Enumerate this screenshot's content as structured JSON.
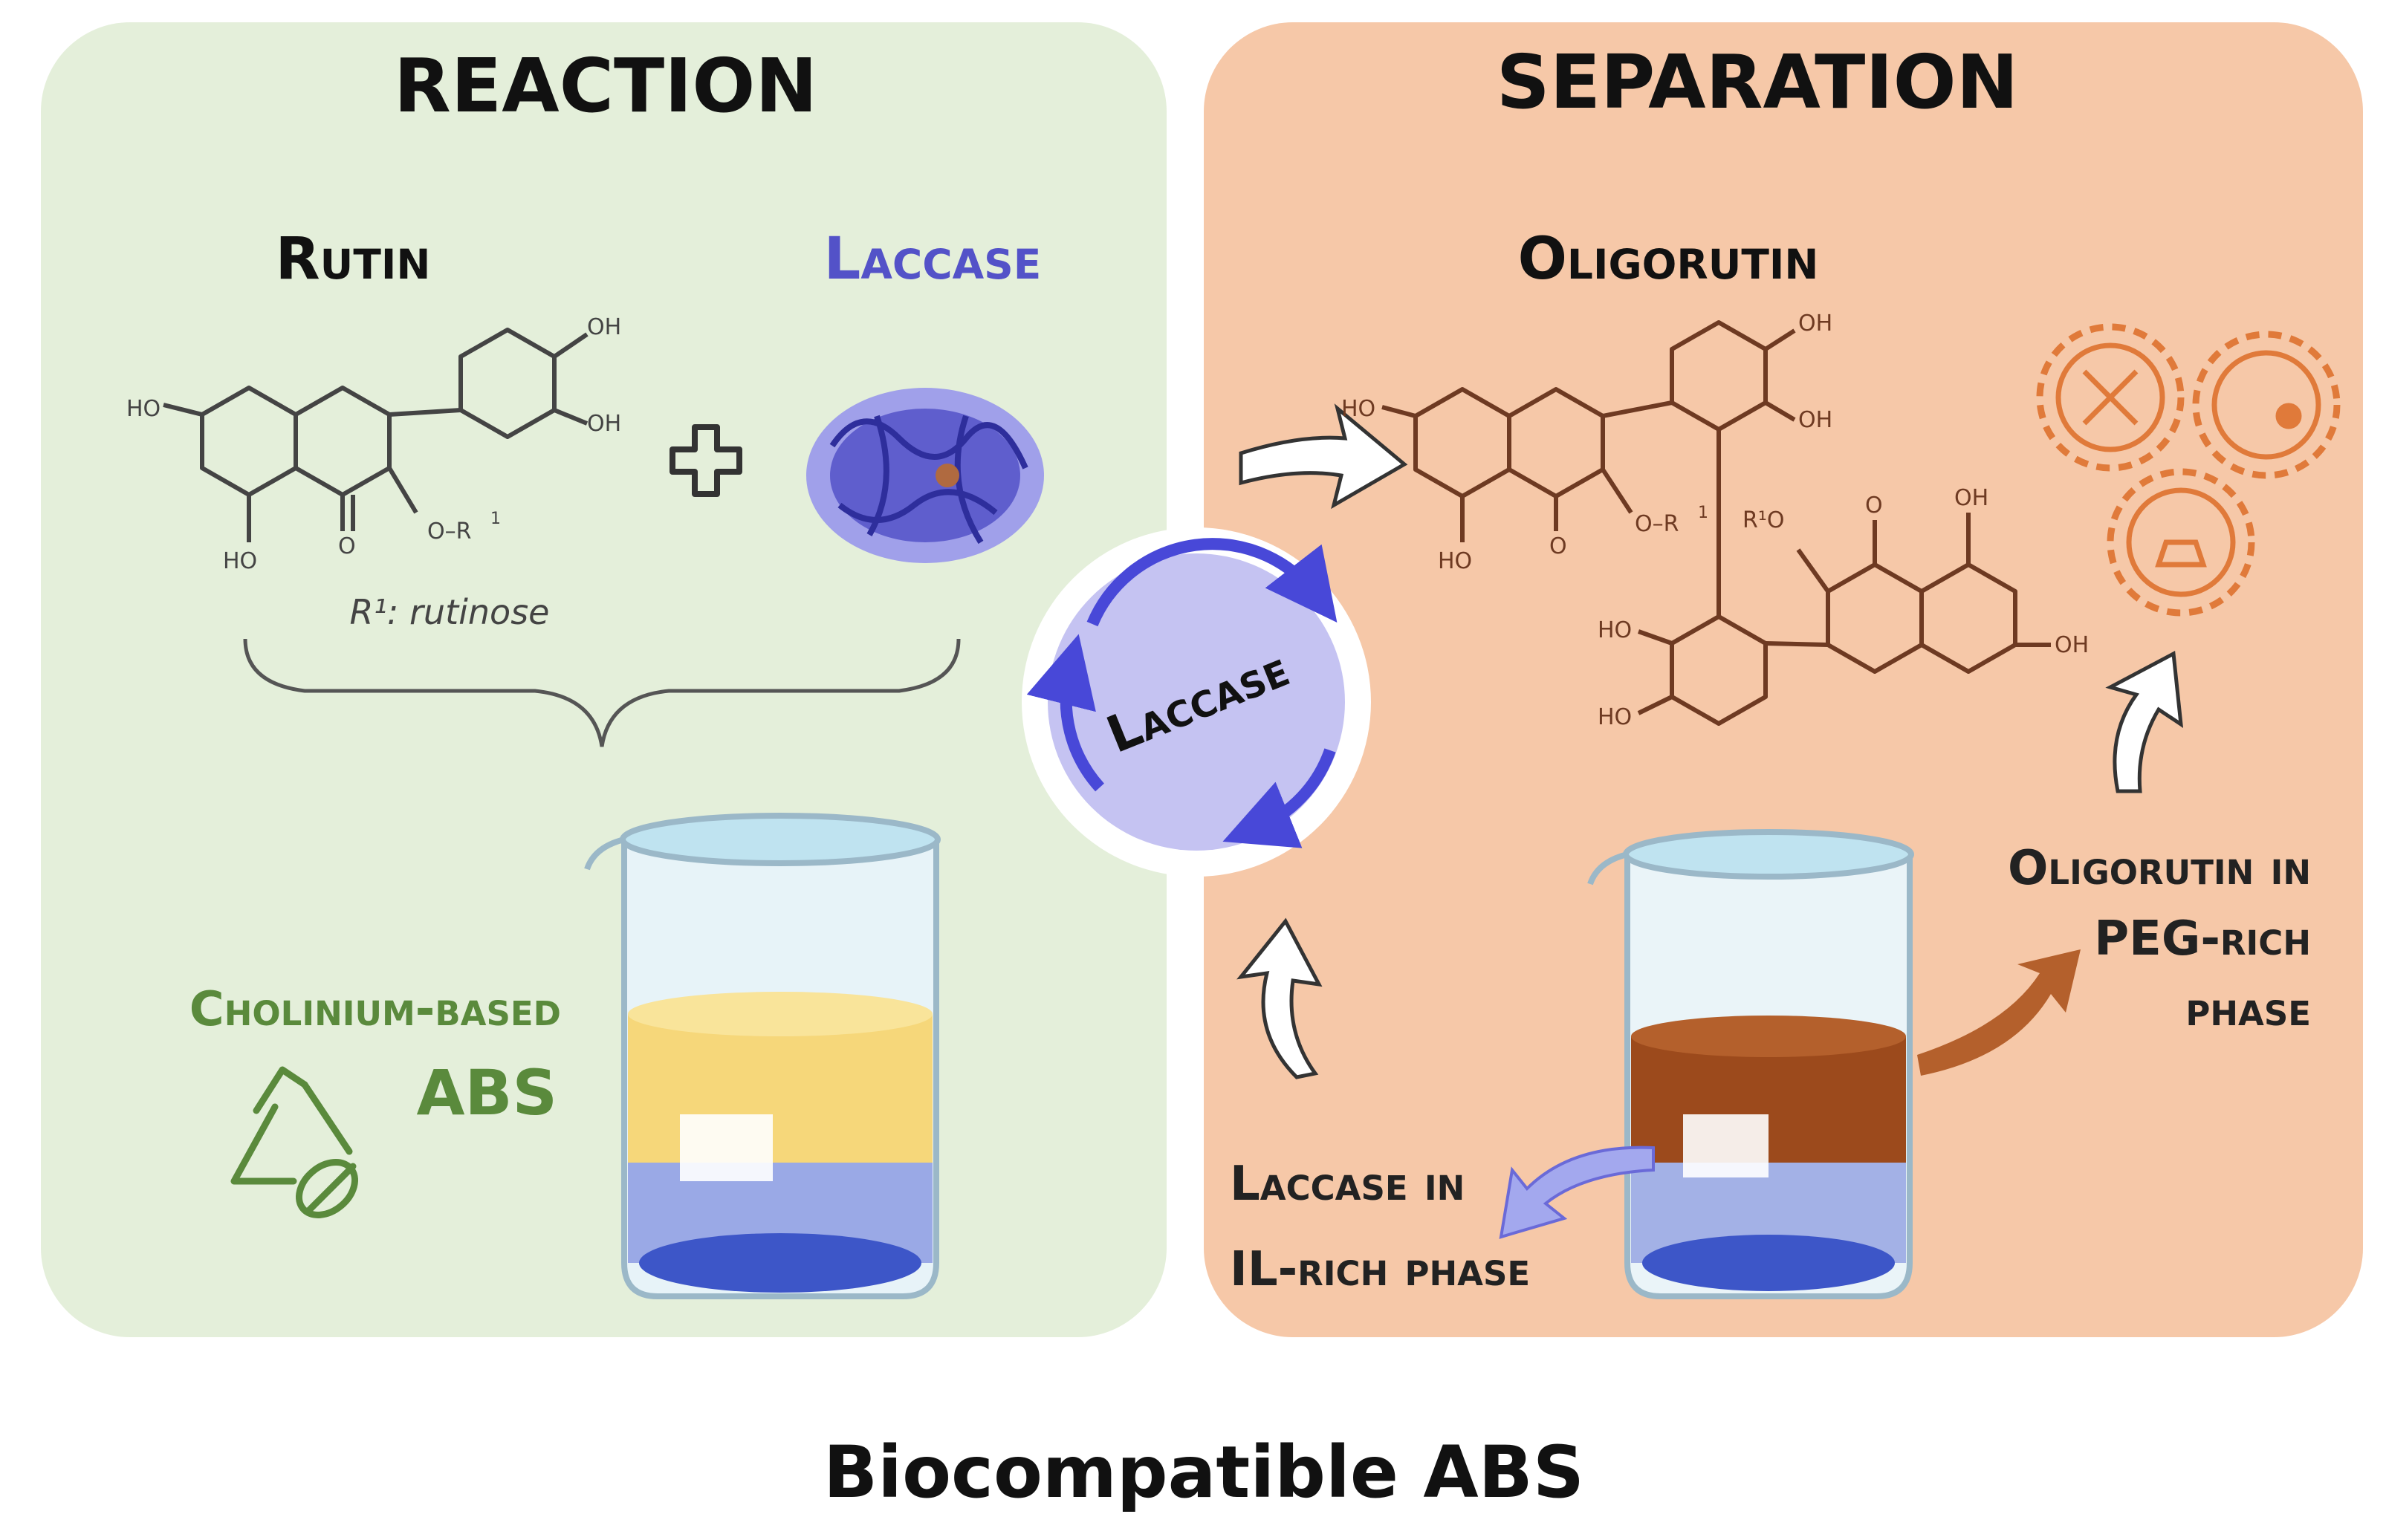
{
  "reaction": {
    "title": "REACTION",
    "rutin_label": "Rutin",
    "laccase_label": "Laccase",
    "r1_caption": "R¹: rutinose",
    "abs_line1": "Cholinium-based",
    "abs_line2": "ABS",
    "rutin_substituents": {
      "ho_left": "HO",
      "ho_bottom": "HO",
      "oh_top": "OH",
      "oh_right": "OH",
      "or1": "O–R",
      "r_sup": "1",
      "carbonyl_o": "O"
    }
  },
  "cycle": {
    "label": "Laccase"
  },
  "separation": {
    "title": "SEPARATION",
    "oligorutin_label": "Oligorutin",
    "peg_line1": "Oligorutin in",
    "peg_line2": "PEG-rich",
    "peg_line3": "phase",
    "il_line1": "Laccase in",
    "il_line2": "IL-rich phase",
    "oligorutin_substituents": {
      "ho_left": "HO",
      "ho_bottom1": "HO",
      "o1": "O",
      "oh_a": "OH",
      "oh_b": "OH",
      "or1": "O–R",
      "r_sup1": "1",
      "r1o": "R¹O",
      "o2": "O",
      "oh_c": "OH",
      "ho_c": "HO",
      "ho_d": "HO",
      "oh_d": "OH"
    }
  },
  "footer": {
    "caption": "Biocompatible ABS"
  },
  "colors": {
    "reaction_bg": "#e4efda",
    "separation_bg": "#f6c8a8",
    "green_text": "#5a8a3c",
    "laccase_blue": "#5352c8",
    "cycle_fill": "#c5c3f2",
    "arrow_blue": "#4848d8",
    "molecule_dark": "#444444",
    "molecule_brown": "#6e3a22",
    "gear_orange": "#e07a3a",
    "brown_phase": "#9c4a1c",
    "yellow_phase": "#f6d77a",
    "blue_phase": "#3d56c8"
  },
  "icons": [
    "recycle-leaf-icon",
    "plus-icon",
    "laccase-protein-icon",
    "beaker-icon",
    "gear-icon",
    "curved-arrow-icon"
  ]
}
